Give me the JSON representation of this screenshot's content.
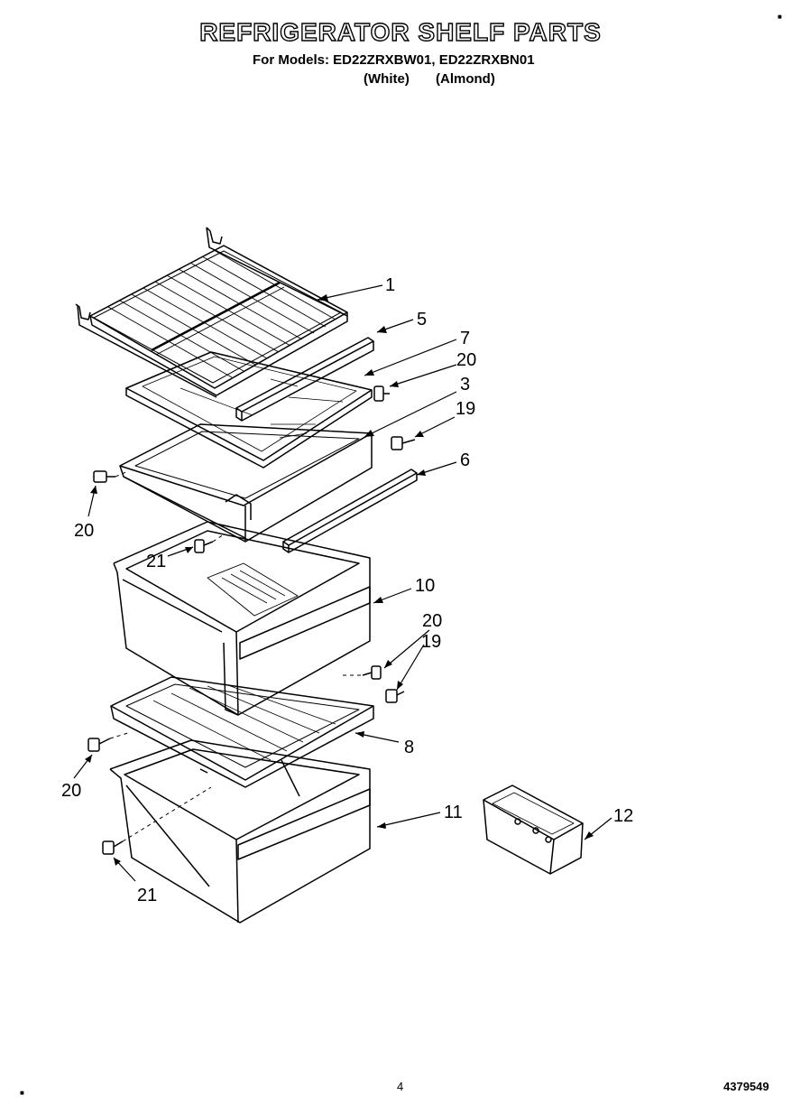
{
  "header": {
    "title": "REFRIGERATOR SHELF PARTS",
    "models_line": "For Models: ED22ZRXBW01, ED22ZRXBN01",
    "color_white": "(White)",
    "color_almond": "(Almond)"
  },
  "callouts": {
    "c1": "1",
    "c5": "5",
    "c7": "7",
    "c20a": "20",
    "c3": "3",
    "c19a": "19",
    "c6": "6",
    "c20b": "20",
    "c21a": "21",
    "c10": "10",
    "c20c": "20",
    "c19b": "19",
    "c8": "8",
    "c20d": "20",
    "c11": "11",
    "c12": "12",
    "c21b": "21"
  },
  "footer": {
    "page_number": "4",
    "document_number": "4379549"
  }
}
